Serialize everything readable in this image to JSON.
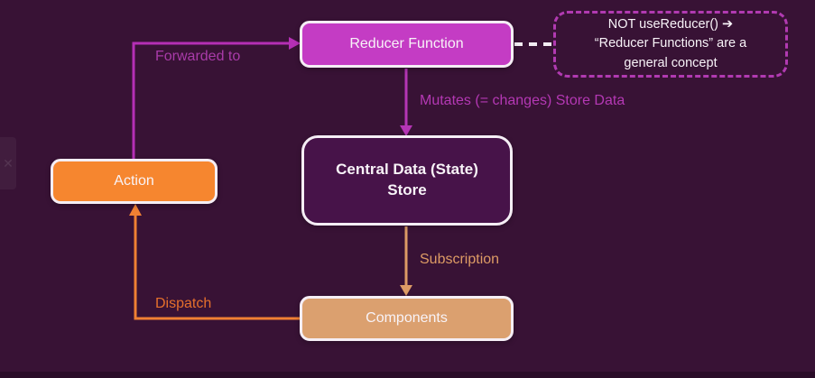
{
  "canvas": {
    "background": "#381235",
    "bottom_bar_color": "#2a0c28"
  },
  "nodes": {
    "reducer": {
      "label": "Reducer Function",
      "fill": "#c43cc4"
    },
    "store": {
      "label": "Central Data (State)\nStore",
      "fill": "#471349"
    },
    "components": {
      "label": "Components",
      "fill": "#dba06f"
    },
    "action": {
      "label": "Action",
      "fill": "#f6862f"
    }
  },
  "note": {
    "text": "NOT useReducer() ➔\n“Reducer Functions” are a\ngeneral concept",
    "border_color": "#b13ab1",
    "text_color": "#f8f3f8"
  },
  "edges": {
    "forwarded": {
      "label": "Forwarded to",
      "color": "#b52fb5",
      "label_color": "#a93ba9"
    },
    "mutates": {
      "label": "Mutates (= changes) Store Data",
      "color": "#b535b5",
      "label_color": "#b438b4"
    },
    "subscription": {
      "label": "Subscription",
      "color": "#dd9b65",
      "label_color": "#dd9b65"
    },
    "dispatch": {
      "label": "Dispatch",
      "color": "#f08033",
      "label_color": "#e5702c"
    },
    "note_link": {
      "color": "#f3edf3"
    }
  },
  "overlay": {
    "glyph": "✕"
  }
}
